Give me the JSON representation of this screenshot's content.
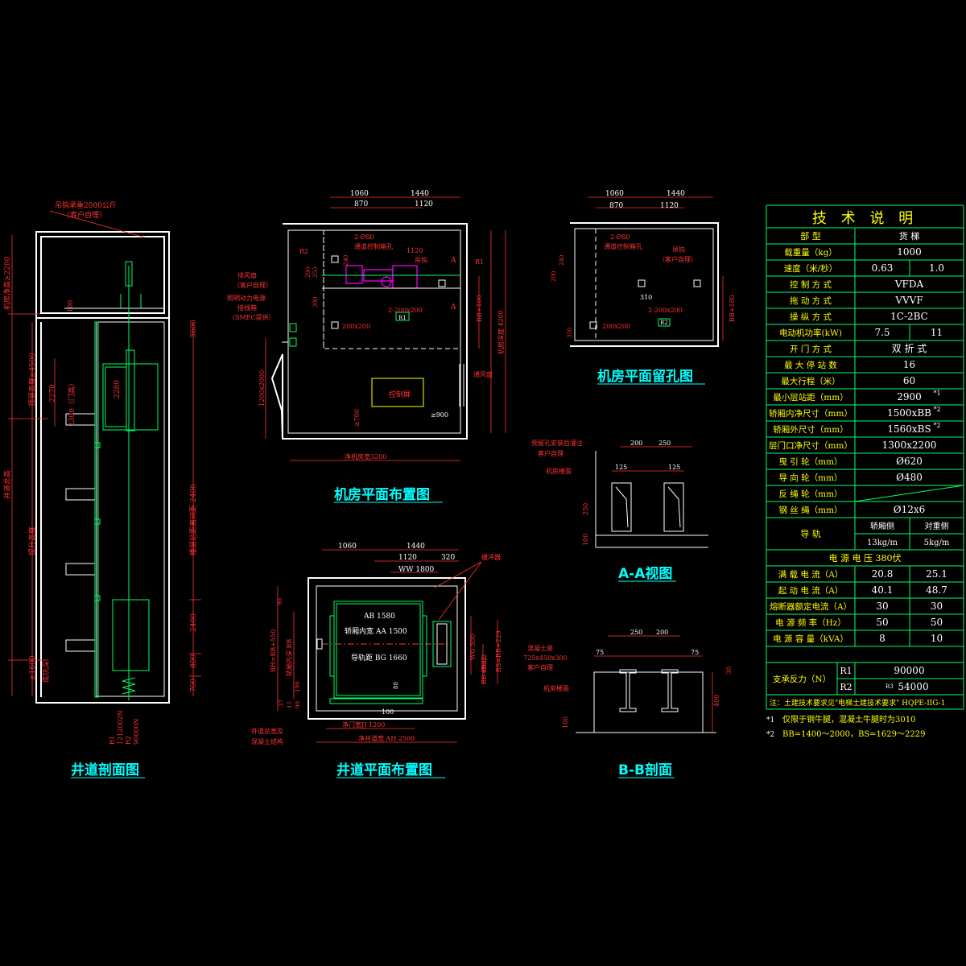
{
  "drawings": {
    "shaft_section": {
      "title": "井道剖面图",
      "top_note": "吊钩承重2000公斤",
      "top_note2": "（客户自理）",
      "labels": [
        "机房净高≥2200",
        "顶层高度≥4500",
        "2270",
        "2300（门高）",
        "2280",
        "井道总高",
        "提升高度",
        "≥1600",
        "底坑深",
        "楼层站距离间距 2400",
        "3600",
        "2400",
        "700",
        "800",
        "100",
        "1212002N",
        "90000N",
        "R1",
        "R2"
      ]
    },
    "machine_room_layout": {
      "title": "机房平面布置图",
      "dims_top": [
        "1060",
        "1440",
        "870",
        "1120"
      ],
      "labels": [
        "R2",
        "R1",
        "2-Ø80",
        "通道控制箱孔",
        "1120",
        "吊钩",
        "A",
        "A",
        "排风扇",
        "（客户自理）",
        "照明动力电源",
        "接线箱",
        "（SMEC提供）",
        "200x200",
        "2-200x200",
        "R1",
        "BB+180",
        "机房深度 4200",
        "1200x2000",
        "≥700",
        "控制屏",
        "≥900",
        "通风窗",
        "净机房宽3200",
        "200",
        "250",
        "240",
        "300"
      ]
    },
    "machine_room_holes": {
      "title": "机房平面留孔图",
      "dims_top": [
        "1060",
        "1440",
        "870",
        "1120"
      ],
      "labels": [
        "2-Ø80",
        "通道控制箱孔",
        "吊钩",
        "（客户自理）",
        "310",
        "2-200x200",
        "R2",
        "200x200",
        "BB+180",
        "350",
        "240",
        "200"
      ]
    },
    "aa_view": {
      "title": "A-A视图",
      "labels": [
        "预留孔安装后灌注",
        "客户自理",
        "机房楼面",
        "200",
        "250",
        "125",
        "125",
        "250",
        "100"
      ]
    },
    "shaft_plan": {
      "title": "井道平面布置图",
      "dims_top": [
        "1060",
        "1440",
        "1120",
        "320",
        "WW 1800"
      ],
      "labels": [
        "缓冲器",
        "AB 1580",
        "轿厢内宽 AA 1500",
        "导轨距 BG 1660",
        "轿厢内深 BB",
        "BH=BB+550",
        "WG 500",
        "BS/2",
        "BS=BB+229",
        "BB+BS/2",
        "90",
        "199",
        "37",
        "15",
        "90",
        "100",
        "80",
        "井道总宽及",
        "混凝土结构",
        "净门宽JJ 1200",
        "净井道宽 AH 2500"
      ]
    },
    "bb_section": {
      "title": "B-B剖面",
      "labels": [
        "混凝土座",
        "725x450x300",
        "客户自理",
        "机房楼面",
        "250",
        "200",
        "75",
        "75",
        "30",
        "400",
        "100"
      ]
    }
  },
  "spec_table": {
    "title": "技 术 说 明",
    "header": {
      "label": "部    型",
      "value": "货    梯"
    },
    "rows": [
      {
        "label": "载重量（kg）",
        "values": [
          "1000"
        ]
      },
      {
        "label": "速度（米/秒）",
        "values": [
          "0.63",
          "1.0"
        ]
      },
      {
        "label": "控 制 方 式",
        "values": [
          "VFDA"
        ]
      },
      {
        "label": "拖 动 方 式",
        "values": [
          "VVVF"
        ]
      },
      {
        "label": "操 纵 方 式",
        "values": [
          "1C-2BC"
        ]
      },
      {
        "label": "电动机功率(kW)",
        "values": [
          "7.5",
          "11"
        ]
      },
      {
        "label": "开 门 方 式",
        "values": [
          "双 折 式"
        ]
      },
      {
        "label": "最 大 停 站 数",
        "values": [
          "16"
        ]
      },
      {
        "label": "最大行程（米）",
        "values": [
          "60"
        ]
      },
      {
        "label": "最小层站距（mm）",
        "values": [
          "2900"
        ],
        "note": "*1"
      },
      {
        "label": "轿厢内净尺寸（mm）",
        "values": [
          "1500xBB"
        ],
        "note": "*2"
      },
      {
        "label": "轿厢外尺寸（mm）",
        "values": [
          "1560xBS"
        ],
        "note": "*2"
      },
      {
        "label": "层门口净尺寸（mm）",
        "values": [
          "1300x2200"
        ]
      },
      {
        "label": "曳 引 轮（mm）",
        "values": [
          "Ø620"
        ]
      },
      {
        "label": "导 向 轮（mm）",
        "values": [
          "Ø480"
        ]
      },
      {
        "label": "反 绳 轮（mm）",
        "values": [
          ""
        ]
      },
      {
        "label": "钢 丝 绳（mm）",
        "values": [
          "Ø12x6"
        ]
      }
    ],
    "guide_rail": {
      "label": "导    轨",
      "car_side": "轿厢侧",
      "cw_side": "对重侧",
      "car_val": "13kg/m",
      "cw_val": "5kg/m"
    },
    "power": {
      "label": "电 源 电 压 380伏"
    },
    "electric_rows": [
      {
        "label": "满 载 电 流（A）",
        "values": [
          "20.8",
          "25.1"
        ]
      },
      {
        "label": "起 动 电 流（A）",
        "values": [
          "40.1",
          "48.7"
        ]
      },
      {
        "label": "熔断器额定电流（A）",
        "values": [
          "30",
          "30"
        ]
      },
      {
        "label": "电 源 频 率（Hz）",
        "values": [
          "50",
          "50"
        ]
      },
      {
        "label": "电 源 容 量（kVA）",
        "values": [
          "8",
          "10"
        ]
      }
    ],
    "reaction": {
      "label": "支承反力（N）",
      "r1": "R1",
      "r1_val": "90000",
      "r2": "R2",
      "r2_val": "54000",
      "r2_prefix": "R3"
    },
    "note": "注：土建技术要求见\"电梯土建技术要求\" HQPE-IIG-1",
    "footnotes": [
      {
        "mark": "*1",
        "text": "仅限于钢牛腿，混凝土牛腿时为3010"
      },
      {
        "mark": "*2",
        "text": "BB=1400～2000，BS=1629～2229"
      }
    ]
  }
}
